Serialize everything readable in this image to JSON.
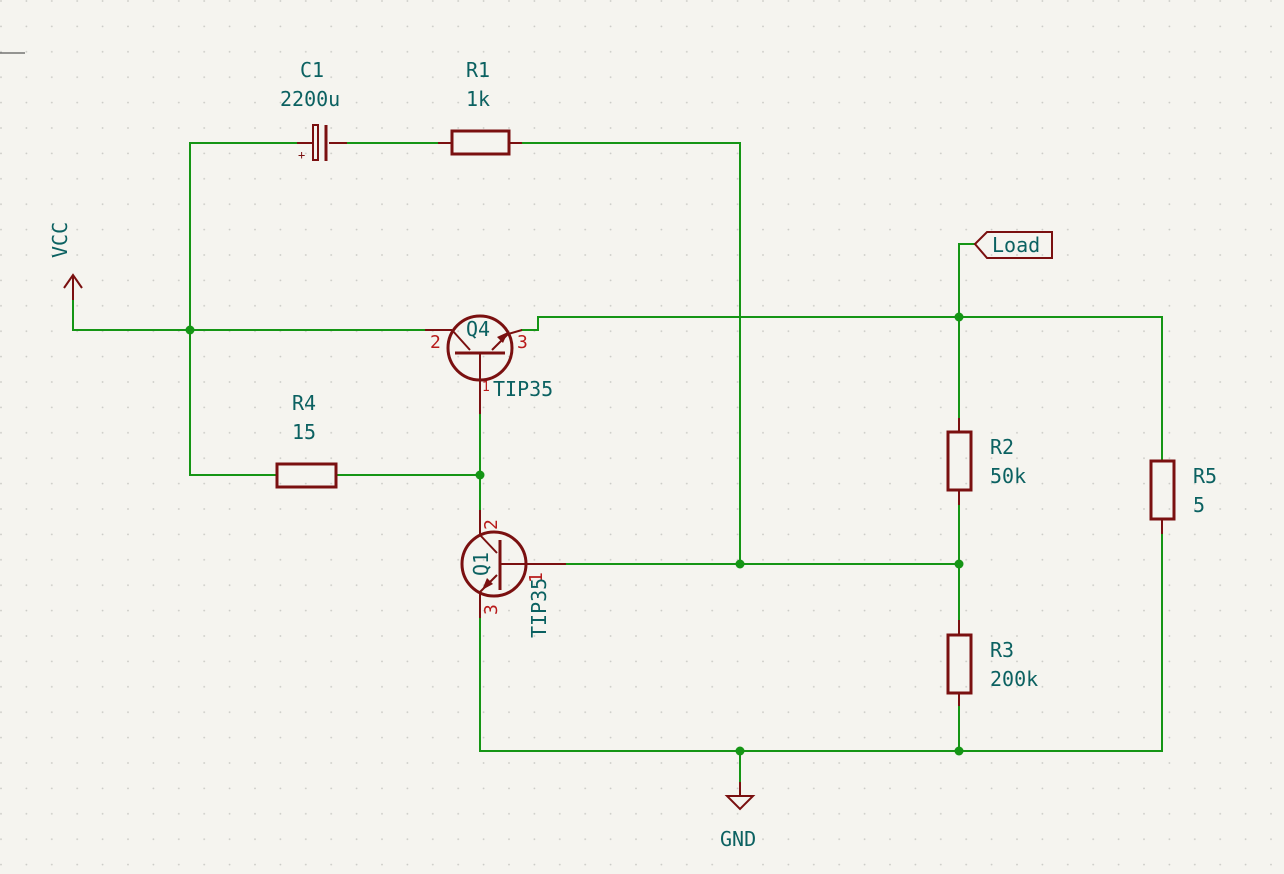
{
  "components": {
    "C1": {
      "ref": "C1",
      "value": "2200u",
      "polarity": "+"
    },
    "R1": {
      "ref": "R1",
      "value": "1k"
    },
    "R2": {
      "ref": "R2",
      "value": "50k"
    },
    "R3": {
      "ref": "R3",
      "value": "200k"
    },
    "R4": {
      "ref": "R4",
      "value": "15"
    },
    "R5": {
      "ref": "R5",
      "value": "5"
    },
    "Q4": {
      "ref": "Q4",
      "value": "TIP35",
      "pin_base": "2",
      "pin_emitter": "3",
      "pin_collector": "1"
    },
    "Q1": {
      "ref": "Q1",
      "value": "TIP35",
      "pin_collector": "2",
      "pin_base": "1",
      "pin_emitter": "3"
    }
  },
  "power": {
    "vcc": "VCC",
    "gnd": "GND"
  },
  "netlabel": {
    "load": "Load"
  },
  "colors": {
    "wire": "#159515",
    "component": "#7a1010",
    "text": "#0b6161",
    "pin": "#b81a1a",
    "background": "#f5f4ef"
  }
}
